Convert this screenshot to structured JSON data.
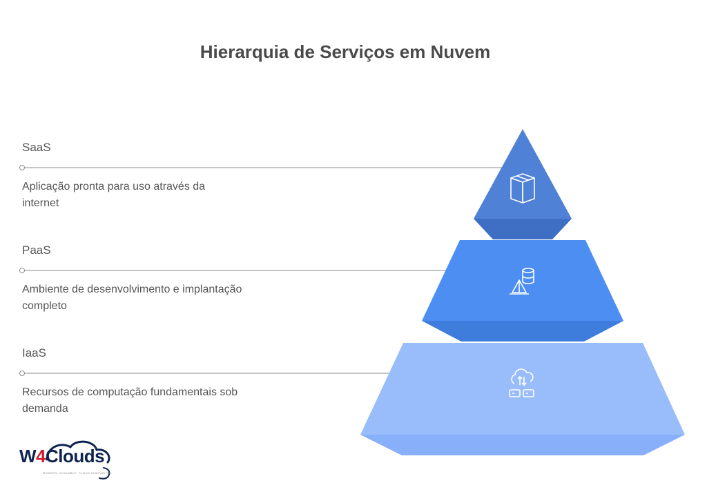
{
  "title": "Hierarquia de Serviços em Nuvem",
  "tiers": [
    {
      "name": "SaaS",
      "description": "Aplicação pronta para uso através da internet",
      "icon": "package-box-icon",
      "color": "#4f81d6"
    },
    {
      "name": "PaaS",
      "description": "Ambiente de desenvolvimento e implantação completo",
      "icon": "database-build-icon",
      "color": "#4d8ef3"
    },
    {
      "name": "IaaS",
      "description": "Recursos de computação fundamentais sob demanda",
      "icon": "cloud-server-icon",
      "color": "#99bdfa"
    }
  ],
  "logo": {
    "brand_part1": "W",
    "brand_part2": "4",
    "brand_part3": "Clouds",
    "tagline": "MODERN. SCALABLE. CLOUD INNOVATION."
  }
}
